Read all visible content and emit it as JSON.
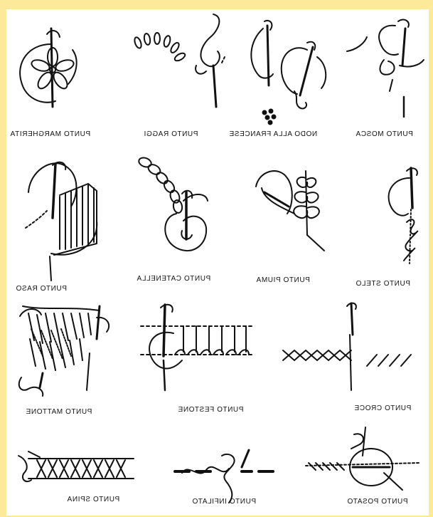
{
  "colors": {
    "background": "#fde99a",
    "panel": "#ffffff",
    "ink": "#111111"
  },
  "labels": {
    "margherita": "PUNTO MARGHERITA",
    "raggi": "PUNTO RAGGI",
    "nodo": "NODO ALLA FRANCESE",
    "mosca": "PUNTO MOSCA",
    "raso": "PUNTO RASO",
    "catenella": "PUNTO CATENELLA",
    "piuma": "PUNTO PIUMA",
    "stelo": "PUNTO STELO",
    "mattone": "PUNTO MATTONE",
    "festone": "PUNTO FESTONE",
    "croce": "PUNTO CROCE",
    "spina": "PUNTO SPINA",
    "infilato": "PUNTO INFILATO",
    "posato": "PUNTO POSATO"
  }
}
